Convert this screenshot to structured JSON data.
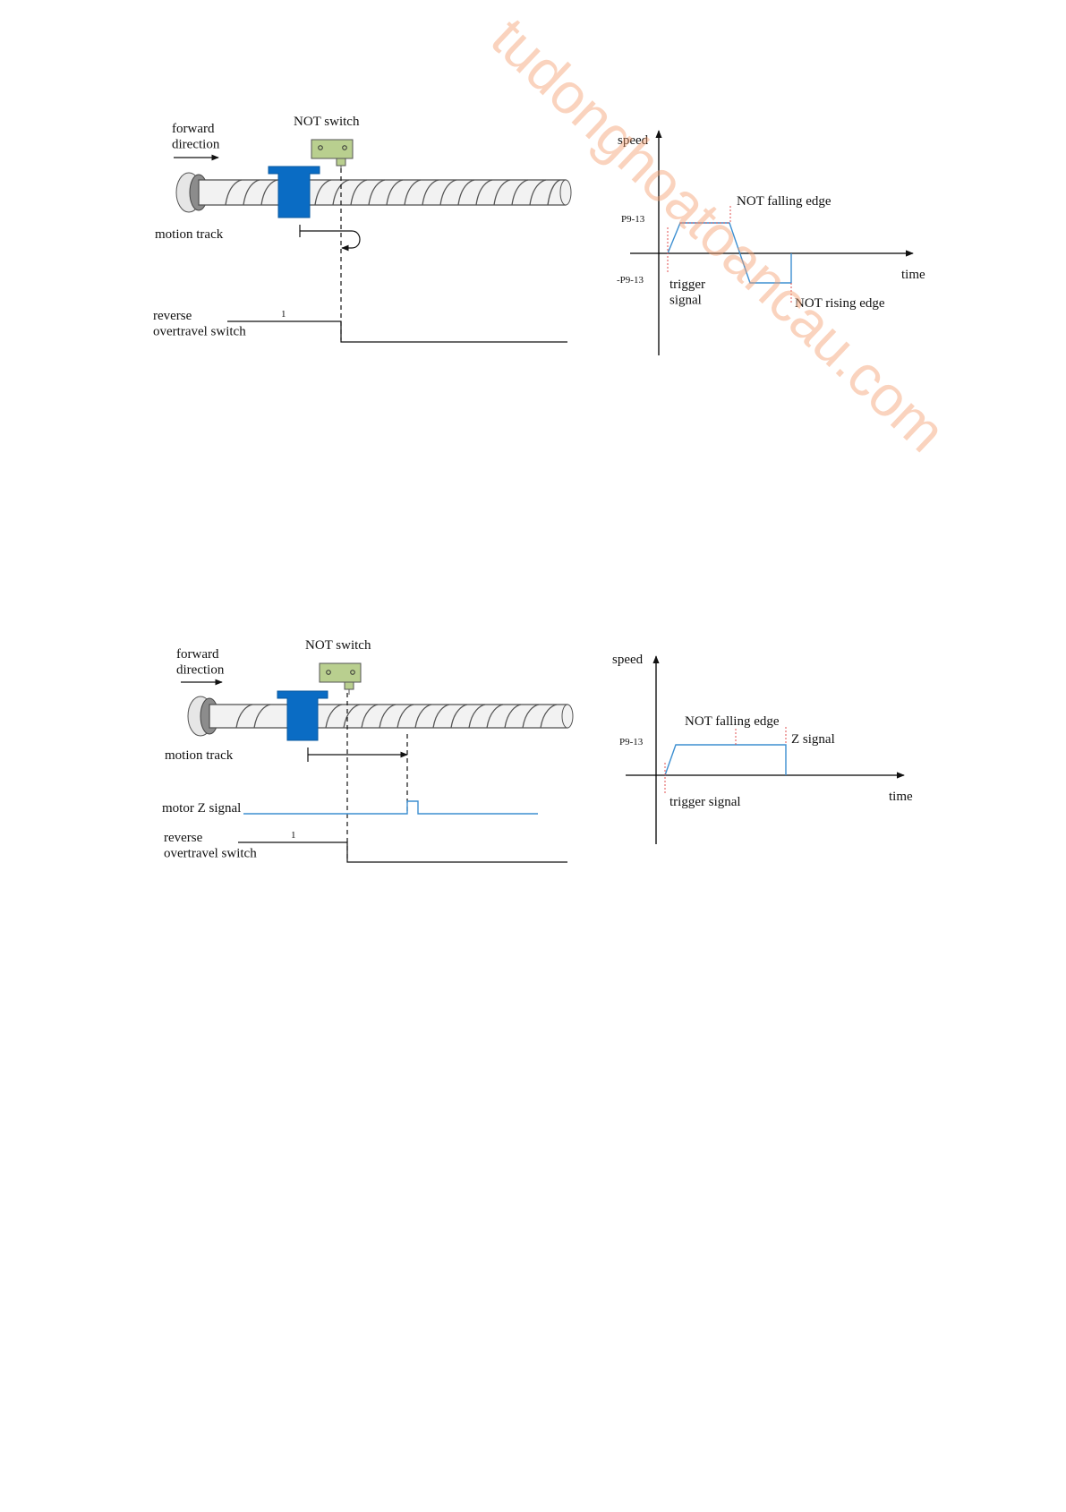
{
  "watermark": "tudonghoatoancau.com",
  "colors": {
    "slider": "#0a6cc4",
    "switch": "#b9cf8f",
    "signal": "#3d8fd1",
    "edge_marker": "#e05050",
    "watermark": "#f4a070"
  },
  "figure1": {
    "forward_direction": "forward\ndirection",
    "not_switch": "NOT switch",
    "motion_track": "motion track",
    "reverse_switch": "reverse\novertravel switch",
    "level_high": "1",
    "speed_label": "speed",
    "time_label": "time",
    "pos_speed": "P9-13",
    "neg_speed": "-P9-13",
    "trigger": "trigger\nsignal",
    "falling_edge": "NOT falling edge",
    "rising_edge": "NOT rising edge"
  },
  "figure2": {
    "forward_direction": "forward\ndirection",
    "not_switch": "NOT switch",
    "motion_track": "motion track",
    "motor_z": "motor Z signal",
    "reverse_switch": "reverse\novertravel switch",
    "level_high": "1",
    "speed_label": "speed",
    "time_label": "time",
    "pos_speed": "P9-13",
    "trigger": "trigger signal",
    "falling_edge": "NOT falling edge",
    "z_signal": "Z signal"
  }
}
